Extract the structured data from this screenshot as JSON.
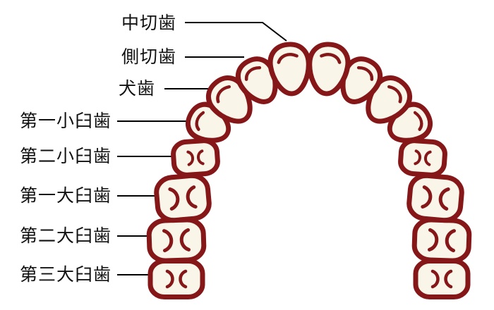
{
  "diagram": {
    "subject": "upper dental arch occlusal view with tooth name callouts",
    "colors": {
      "tooth_outline": "#851718",
      "tooth_fill": "#F9F5E9",
      "leader_line": "#000000",
      "label_text": "#111111",
      "background": "#FFFFFF"
    }
  },
  "labels": [
    {
      "name": "central-incisor",
      "text": "中切歯"
    },
    {
      "name": "lateral-incisor",
      "text": "側切歯"
    },
    {
      "name": "canine",
      "text": "犬歯"
    },
    {
      "name": "first-premolar",
      "text": "第一小臼歯"
    },
    {
      "name": "second-premolar",
      "text": "第二小臼歯"
    },
    {
      "name": "first-molar",
      "text": "第一大臼歯"
    },
    {
      "name": "second-molar",
      "text": "第二大臼歯"
    },
    {
      "name": "third-molar",
      "text": "第三大臼歯"
    }
  ]
}
